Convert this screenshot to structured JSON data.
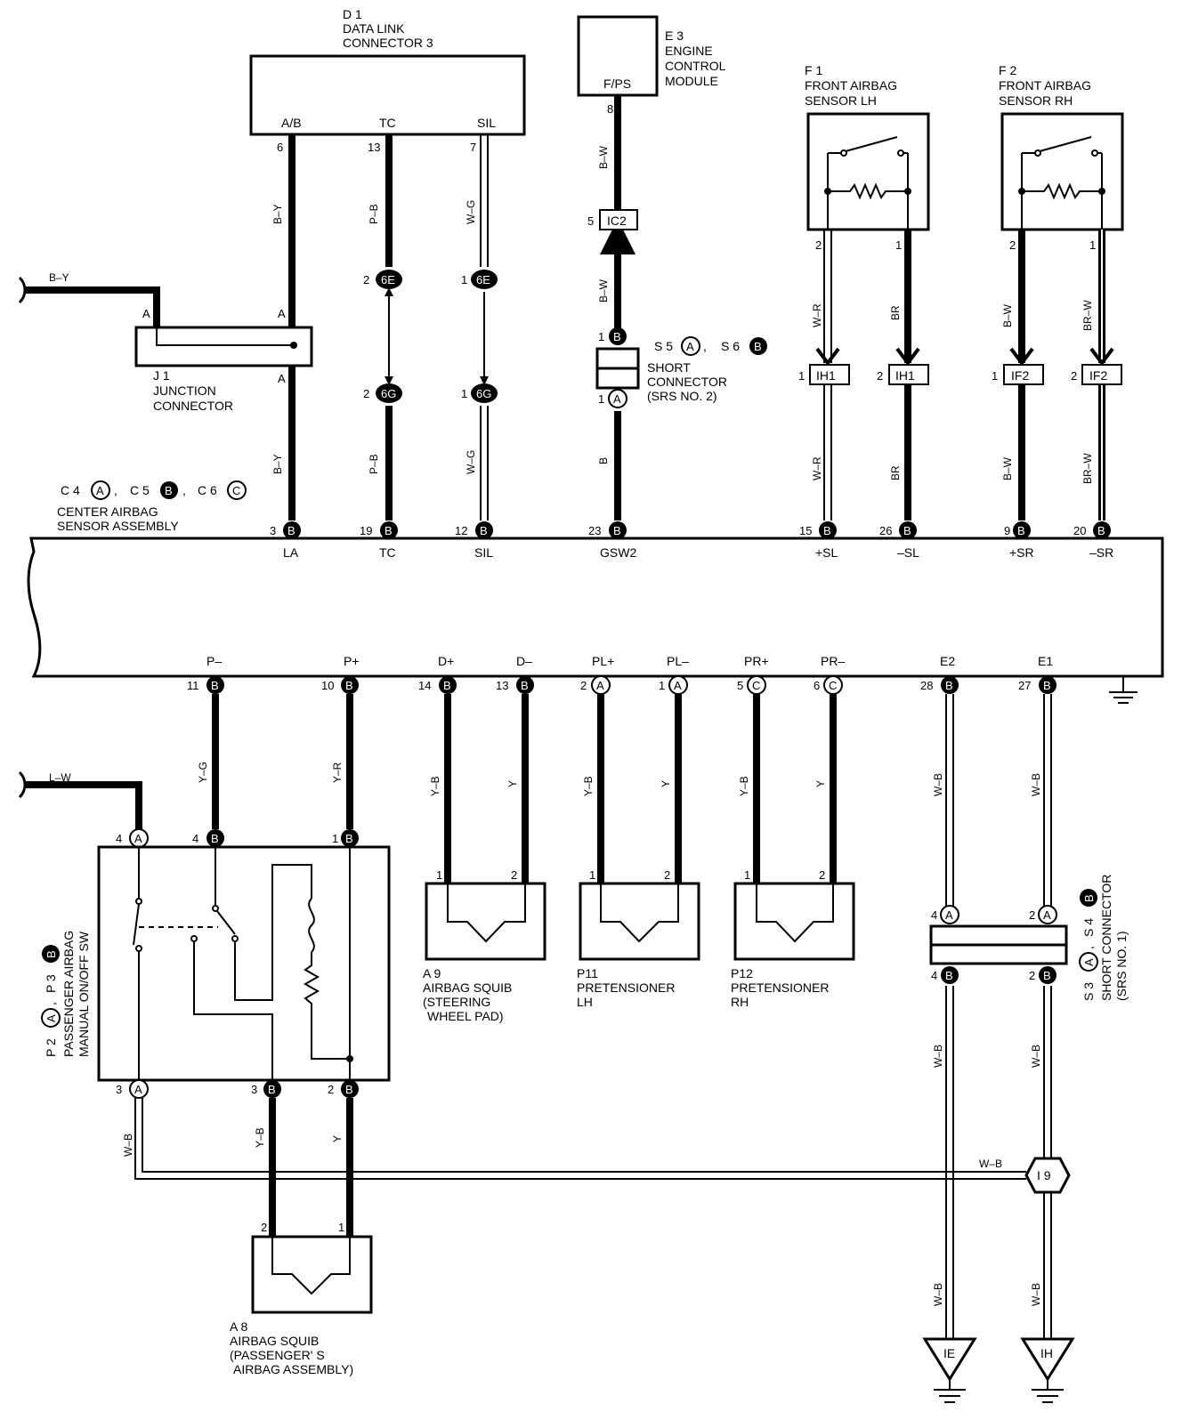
{
  "components": {
    "d1": {
      "id": "D 1",
      "lines": [
        "DATA LINK",
        "CONNECTOR 3"
      ],
      "pins": {
        "ab": "A/B",
        "tc": "TC",
        "sil": "SIL"
      }
    },
    "e3": {
      "id": "E 3",
      "lines": [
        "ENGINE",
        "CONTROL",
        "MODULE"
      ],
      "pin": "F/PS"
    },
    "f1": {
      "id": "F 1",
      "lines": [
        "FRONT AIRBAG",
        "SENSOR LH"
      ]
    },
    "f2": {
      "id": "F 2",
      "lines": [
        "FRONT AIRBAG",
        "SENSOR RH"
      ]
    },
    "j1": {
      "id": "J 1",
      "lines": [
        "JUNCTION",
        "CONNECTOR"
      ]
    },
    "short_srs2": {
      "s5": "S 5",
      "s6": "S 6",
      "lines": [
        "SHORT",
        "CONNECTOR",
        "(SRS NO. 2)"
      ]
    },
    "center": {
      "c4": "C 4",
      "c5": "C 5",
      "c6": "C 6",
      "lines": [
        "CENTER AIRBAG",
        "SENSOR ASSEMBLY"
      ]
    },
    "a9": {
      "id": "A 9",
      "lines": [
        "AIRBAG SQUIB",
        "(STEERING",
        "WHEEL PAD)"
      ]
    },
    "p11": {
      "id": "P11",
      "lines": [
        "PRETENSIONER",
        "LH"
      ]
    },
    "p12": {
      "id": "P12",
      "lines": [
        "PRETENSIONER",
        "RH"
      ]
    },
    "a8": {
      "id": "A 8",
      "lines": [
        "AIRBAG SQUIB",
        "(PASSENGER' S",
        "AIRBAG ASSEMBLY)"
      ]
    },
    "p2p3": {
      "p2": "P 2",
      "p3": "P 3",
      "lines": [
        "PASSENGER AIRBAG",
        "MANUAL ON/OFF SW"
      ]
    },
    "s3s4": {
      "s3": "S 3",
      "s4": "S 4",
      "lines": [
        "SHORT CONNECTOR",
        "(SRS NO. 1)"
      ]
    }
  },
  "connector_letters": {
    "a": "A",
    "b": "B",
    "c": "C"
  },
  "connectors": {
    "6E": "6E",
    "6G": "6G",
    "IC2": "IC2",
    "IH1": "IH1",
    "IF2": "IF2",
    "I9": "I 9",
    "IE": "IE",
    "IH": "IH"
  },
  "terminals_top": [
    "LA",
    "TC",
    "SIL",
    "GSW2",
    "+SL",
    "–SL",
    "+SR",
    "–SR"
  ],
  "terminals_bottom": [
    "P–",
    "P+",
    "D+",
    "D–",
    "PL+",
    "PL–",
    "PR+",
    "PR–",
    "E2",
    "E1"
  ],
  "wire_colors": {
    "by": "B–Y",
    "pb": "P–B",
    "wg": "W–G",
    "bw": "B–W",
    "b": "B",
    "wr": "W–R",
    "br": "BR",
    "brw": "BR–W",
    "yg": "Y–G",
    "yr": "Y–R",
    "yb": "Y–B",
    "y": "Y",
    "wb": "W–B",
    "lw": "L–W"
  },
  "pins": {
    "n1": "1",
    "n2": "2",
    "n3": "3",
    "n4": "4",
    "n5": "5",
    "n6": "6",
    "n7": "7",
    "n8": "8",
    "n9": "9",
    "n10": "10",
    "n11": "11",
    "n12": "12",
    "n13": "13",
    "n14": "14",
    "n15": "15",
    "n19": "19",
    "n20": "20",
    "n23": "23",
    "n26": "26",
    "n27": "27",
    "n28": "28",
    "pa": "A"
  },
  "punct": {
    "comma": ","
  }
}
